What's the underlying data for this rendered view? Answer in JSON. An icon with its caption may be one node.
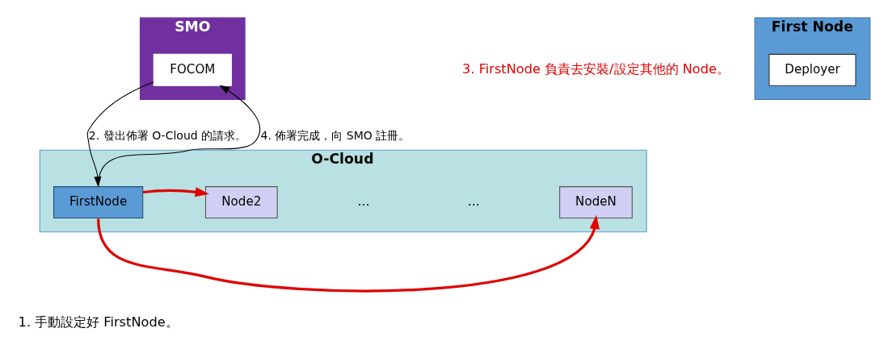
{
  "diagram": {
    "nodes": [
      {
        "text": [
          "SMO"
        ]
      },
      {
        "text": [
          "FOCOM"
        ],
        "in": 0
      },
      {
        "text": [
          "First Node"
        ]
      },
      {
        "text": [
          "Deployer"
        ],
        "in": 2
      },
      {
        "text": [
          "O-Cloud"
        ]
      },
      {
        "text": [
          "FirstNode"
        ],
        "in": 4
      },
      {
        "text": [
          "Node2"
        ],
        "in": 4
      },
      {
        "text": [
          "…"
        ],
        "in": 4
      },
      {
        "text": [
          "…"
        ],
        "in": 4
      },
      {
        "text": [
          "NodeN"
        ],
        "in": 4
      }
    ],
    "edges": [
      {
        "from": 5,
        "to": 1,
        "arrow": "to",
        "label": "4. 佈署完成，向 SMO 註冊。"
      },
      {
        "from": 1,
        "to": 5,
        "arrow": "to",
        "label": "2. 發出佈署 O-Cloud 的請求。"
      },
      {
        "from": 5,
        "to": 6,
        "arrow": "to",
        "style": "thick",
        "color": "#e00000"
      },
      {
        "from": 5,
        "to": 9,
        "arrow": "to",
        "style": "thick",
        "color": "#e00000"
      }
    ],
    "labels": [
      "3. FirstNode 負責去安裝/設定其他的 Node。",
      "1. 手動設定好 FirstNode。"
    ]
  }
}
